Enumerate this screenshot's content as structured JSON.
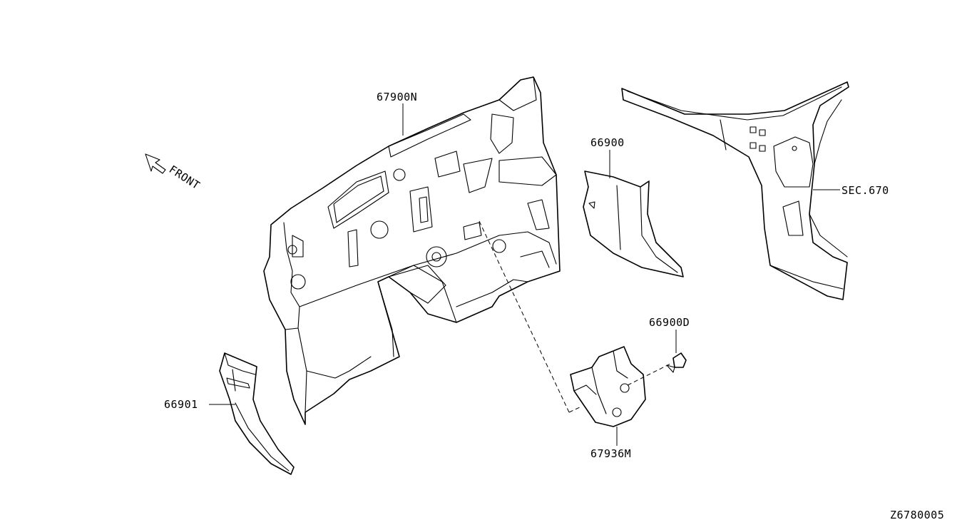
{
  "labels": {
    "dash_insulator": "67900N",
    "side_panel": "66900",
    "section_ref": "SEC.670",
    "clip": "66900D",
    "bracket_cover": "67936M",
    "pillar_seal": "66901",
    "front_indicator": "FRONT",
    "diagram_code": "Z6780005"
  },
  "icons": [
    "front-arrow-icon"
  ]
}
